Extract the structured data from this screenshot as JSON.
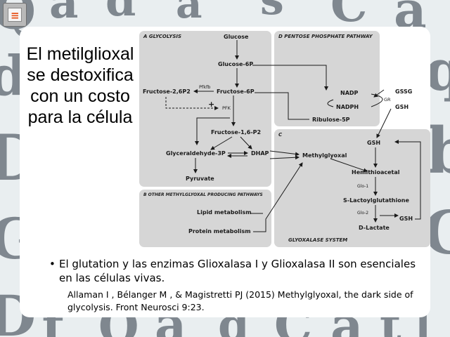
{
  "slide": {
    "title": "El metilglioxal se destoxifica con un costo para la célula",
    "bullet": "El glutation y las enzimas Glioxalasa I y Glioxalasa II son esenciales en las células vivas.",
    "reference": "Allaman I , Bélanger M , & Magistretti PJ (2015) Methylglyoxal, the dark side of glycolysis. Front Neurosci 9:23."
  },
  "figure": {
    "panel_a": {
      "title": "A  GLYCOLYSIS",
      "glucose": "Glucose",
      "glucose6p": "Glucose-6P",
      "fructose6p": "Fructose-6P",
      "fructose26p2": "Fructose-2,6P2",
      "pfkfb": "Pfkfb",
      "plus": "+",
      "pfk": "PFK",
      "fructose16p2": "Fructose-1,6-P2",
      "glyceraldehyde3p": "Glyceraldehyde-3P",
      "dhap": "DHAP",
      "pyruvate": "Pyruvate"
    },
    "panel_b": {
      "title": "B  OTHER METHYLGLYOXAL PRODUCING PATHWAYS",
      "lipid": "Lipid metabolism",
      "protein": "Protein metabolism"
    },
    "panel_c": {
      "title": "C",
      "methylglyoxal": "Methylglyoxal",
      "gsh_top": "GSH",
      "hemithioacetal": "Hemithioacetal",
      "glo1": "Glo-1",
      "slactoyl": "S-Lactoylglutathione",
      "glo2": "Glo-2",
      "gsh_bottom": "GSH",
      "dlactate": "D-Lactate",
      "footer": "GLYOXALASE SYSTEM"
    },
    "panel_d": {
      "title": "D  PENTOSE PHOSPHATE PATHWAY",
      "nadp": "NADP",
      "nadph": "NADPH",
      "gr": "GR",
      "gssg": "GSSG",
      "gsh": "GSH",
      "ribulose5p": "Ribulose-5P"
    }
  },
  "background_letters": [
    "Q",
    "a",
    "d",
    "a",
    "s",
    "C",
    "a",
    "d",
    "D",
    "G",
    "q",
    "b",
    "C",
    "D",
    "t",
    "Q",
    "a",
    "d",
    "C",
    "a",
    "t",
    "Q",
    "C",
    "a",
    "q",
    "a",
    "l"
  ]
}
